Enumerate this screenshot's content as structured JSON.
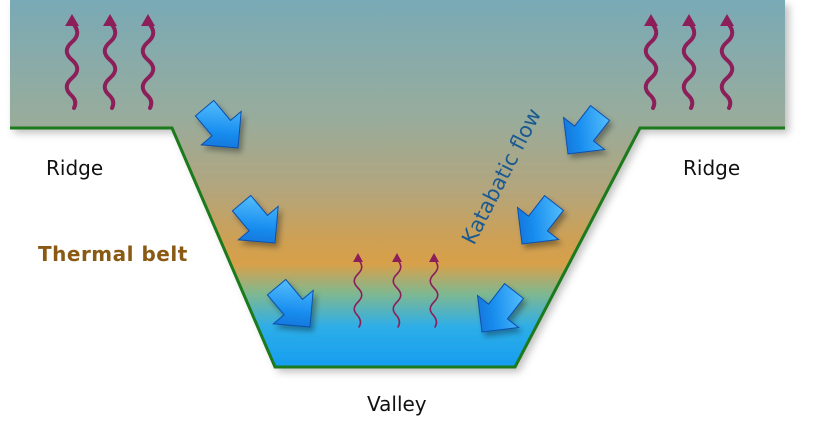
{
  "labels": {
    "ridge_left": "Ridge",
    "ridge_right": "Ridge",
    "thermal_belt": "Thermal belt",
    "valley": "Valley",
    "katabatic_flow": "Katabatic flow"
  },
  "colors": {
    "sky_top": "#7aabb6",
    "thermal_band": "#d2a04c",
    "valley_cold": "#1ca7f0",
    "ground_line": "#1b7a1b",
    "heat_arrow": "#8c1f5a",
    "flow_arrow": "#1586e8",
    "thermal_label": "#8a5a14",
    "katabatic_label": "#1a5a90",
    "text": "#111111"
  },
  "icons": {
    "heat_arrow": "wavy-up-arrow-icon",
    "flow_arrow": "downslope-block-arrow-icon"
  }
}
